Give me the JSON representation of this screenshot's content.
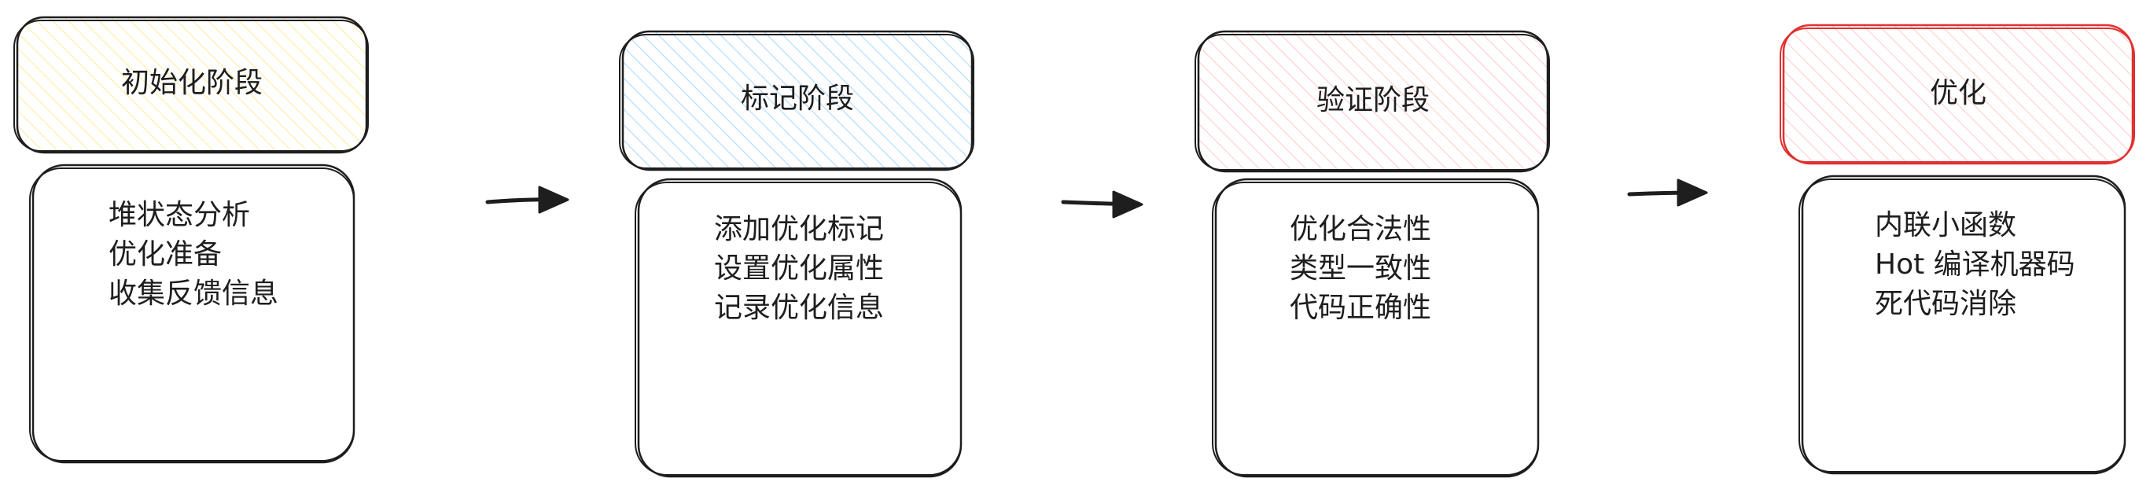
{
  "stages": [
    {
      "title": "初始化阶段",
      "title_color": "#1e1e1e",
      "header_fill": "#ffec99",
      "header_stroke": "#1e1e1e",
      "items": [
        "堆状态分析",
        "优化准备",
        "收集反馈信息"
      ]
    },
    {
      "title": "标记阶段",
      "title_color": "#1e1e1e",
      "header_fill": "#a5d8ff",
      "header_stroke": "#1e1e1e",
      "items": [
        "添加优化标记",
        "设置优化属性",
        "记录优化信息"
      ]
    },
    {
      "title": "验证阶段",
      "title_color": "#1e1e1e",
      "header_fill": "#ffc9c9",
      "header_stroke": "#1e1e1e",
      "items": [
        "优化合法性",
        "类型一致性",
        "代码正确性"
      ]
    },
    {
      "title": "优化",
      "title_color": "#e03131",
      "header_fill": "#ffc9c9",
      "header_stroke": "#e03131",
      "items": [
        "内联小函数",
        "Hot 编译机器码",
        "死代码消除"
      ]
    }
  ],
  "connector": "arrow",
  "colors": {
    "stroke": "#1e1e1e",
    "background": "#ffffff"
  }
}
